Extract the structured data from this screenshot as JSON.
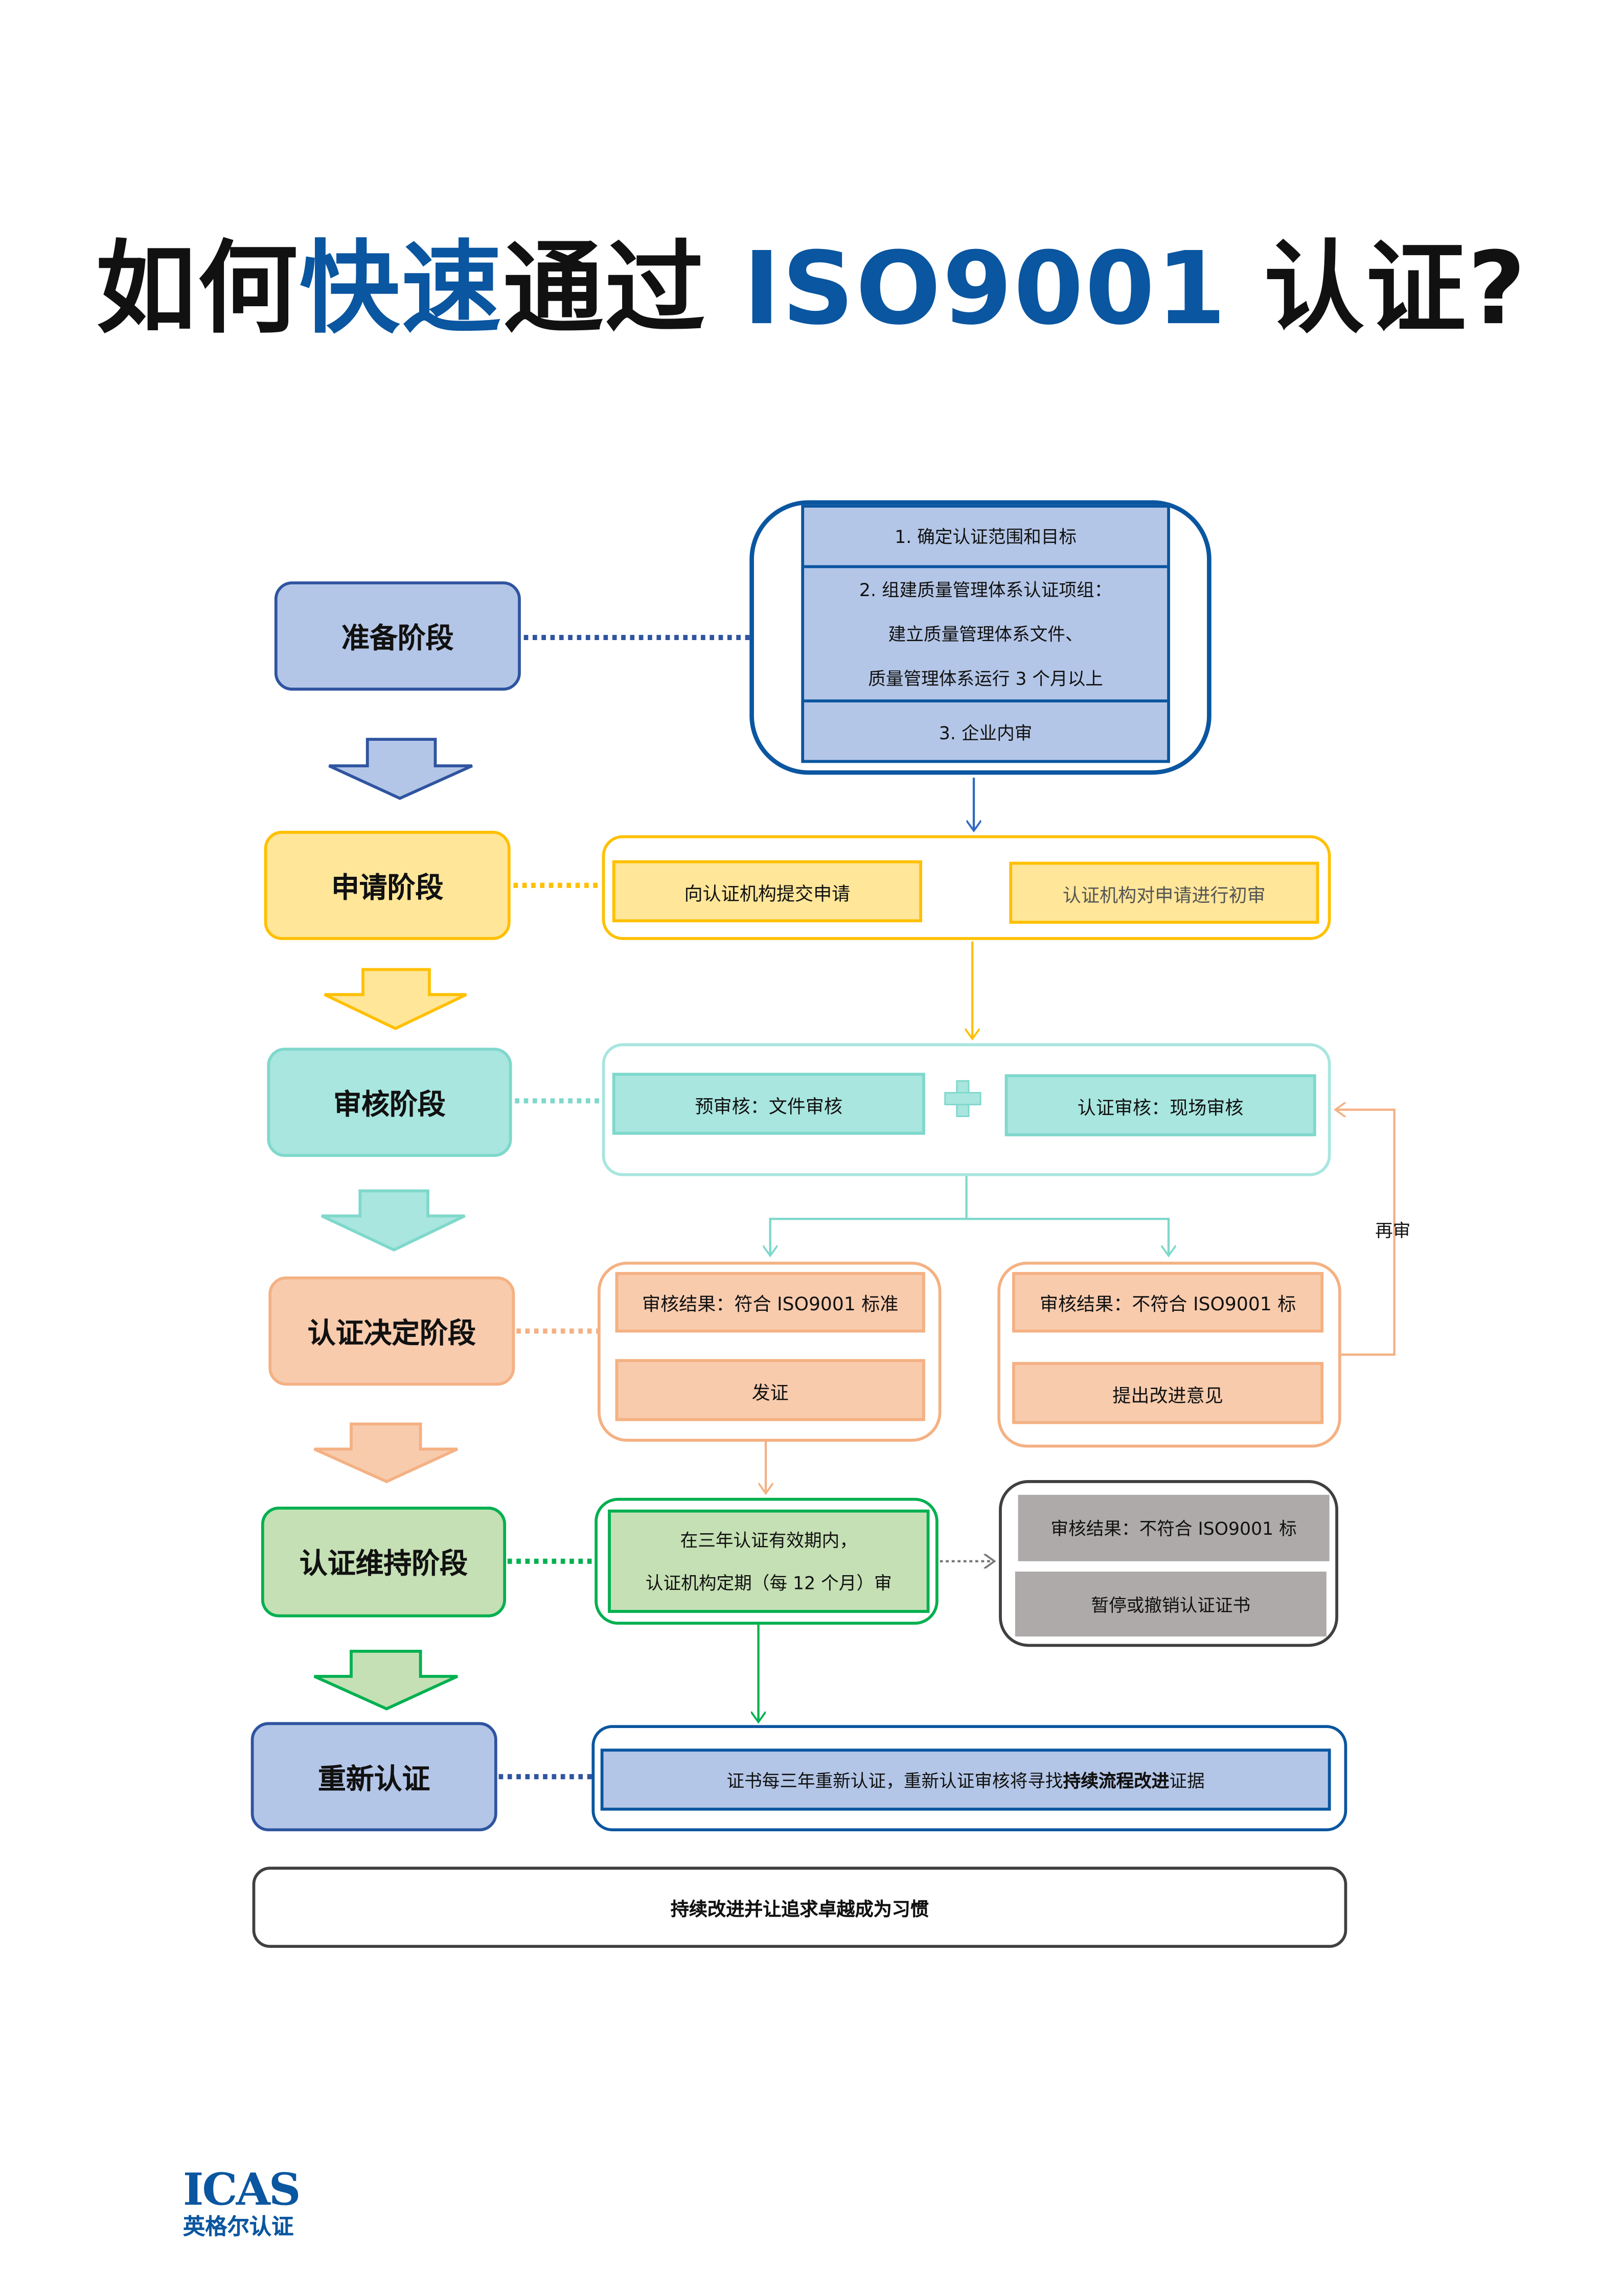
{
  "title": {
    "part1": "如何",
    "part2": "快速",
    "part3": "通过 ",
    "part4": "ISO9001",
    "part5": " 认证?"
  },
  "colors": {
    "brand_blue": "#0a56a0",
    "prep": "#b4c6e7",
    "apply": "#ffe699",
    "audit": "#a8e6df",
    "decision": "#f8cbad",
    "maintain": "#c5e0b4",
    "suspend": "#aeaaaa"
  },
  "stages": [
    {
      "label": "准备阶段"
    },
    {
      "label": "申请阶段"
    },
    {
      "label": "审核阶段"
    },
    {
      "label": "认证决定阶段"
    },
    {
      "label": "认证维持阶段"
    },
    {
      "label": "重新认证"
    }
  ],
  "prep": {
    "step1": "1. 确定认证范围和目标",
    "step2_line1": "2. 组建质量管理体系认证项组：",
    "step2_line2": "建立质量管理体系文件、",
    "step2_line3": "质量管理体系运行 3 个月以上",
    "step3": "3. 企业内审"
  },
  "apply": {
    "submit": "向认证机构提交申请",
    "review": "认证机构对申请进行初审"
  },
  "audit": {
    "pre": "预审核：文件审核",
    "onsite": "认证审核：现场审核",
    "plus_icon": "plus-icon"
  },
  "decision": {
    "pass_result": "审核结果：符合 ISO9001 标准",
    "issue": "发证",
    "fail_result": "审核结果：不符合 ISO9001 标",
    "improve": "提出改进意见",
    "reaudit": "再审"
  },
  "maintain": {
    "line1": "在三年认证有效期内，",
    "line2": "认证机构定期（每 12 个月）审",
    "fail_result": "审核结果：不符合 ISO9001 标",
    "suspend": "暂停或撤销认证证书"
  },
  "recert": {
    "text_normal": "证书每三年重新认证，重新认证审核将寻找",
    "text_bold": "持续流程改进",
    "text_end": "证据"
  },
  "footer_note": "持续改进并让追求卓越成为习惯",
  "logo": {
    "en": "ICAS",
    "cn": "英格尔认证"
  }
}
